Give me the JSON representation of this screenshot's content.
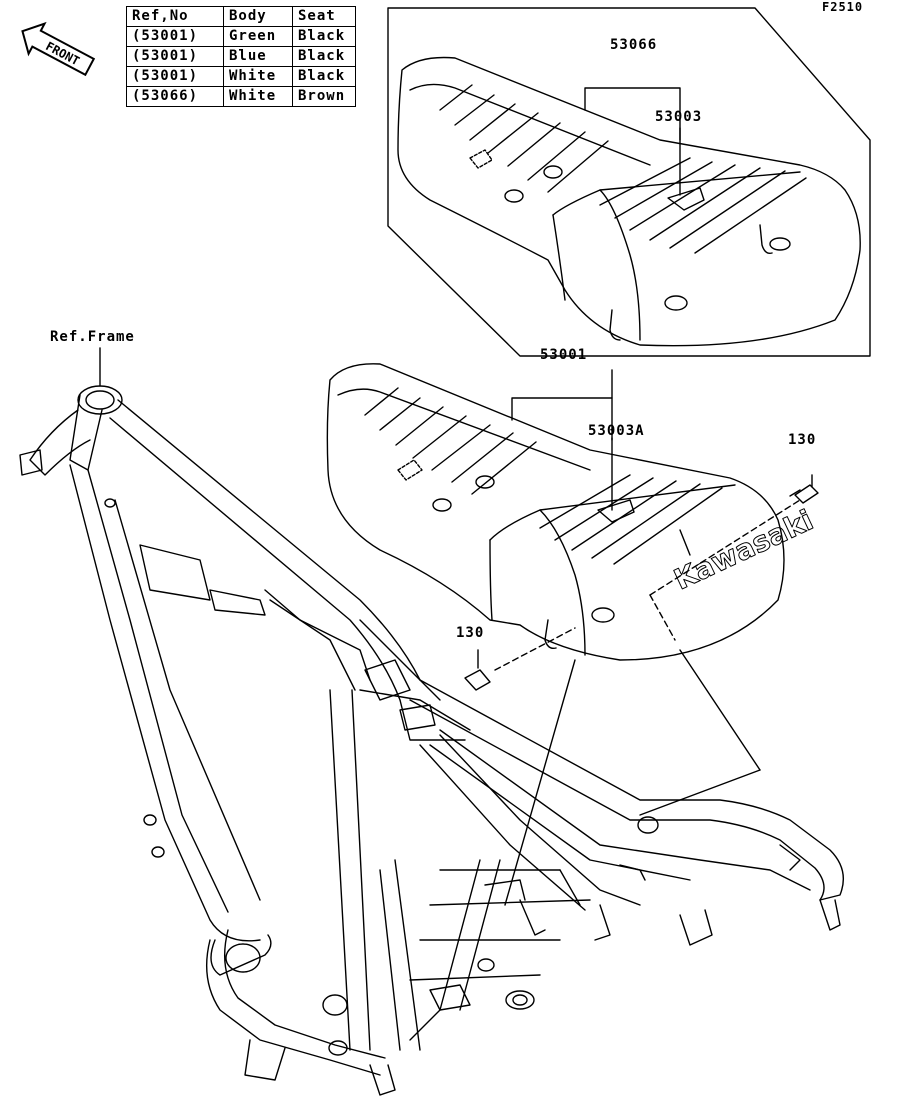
{
  "figure_code": "F2510",
  "front_label": "FRONT",
  "ref_table": {
    "headers": [
      "Ref,No",
      "Body",
      "Seat"
    ],
    "rows": [
      [
        "(53001)",
        "Green",
        "Black"
      ],
      [
        "(53001)",
        "Blue",
        "Black"
      ],
      [
        "(53001)",
        "White",
        "Black"
      ],
      [
        "(53066)",
        "White",
        "Brown"
      ]
    ]
  },
  "labels": {
    "seat_upper": "53066",
    "seat_upper_part": "53003",
    "seat_lower": "53001",
    "seat_lower_part": "53003A",
    "bolt_right": "130",
    "bolt_left": "130",
    "frame_ref": "Ref.Frame",
    "brand_logo": "Kawasaki"
  }
}
